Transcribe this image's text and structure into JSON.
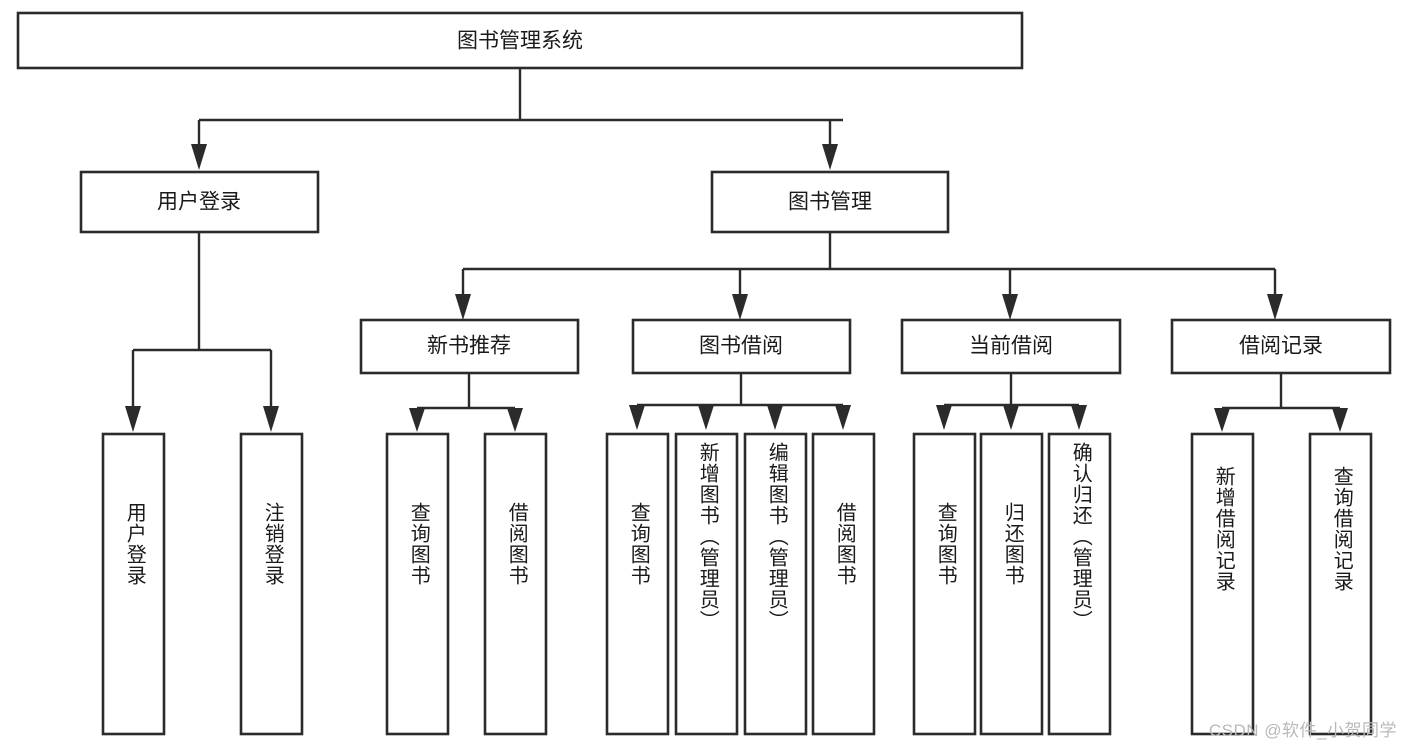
{
  "diagram": {
    "type": "tree-hierarchy",
    "title": "图书管理系统",
    "colors": {
      "box_stroke": "#2b2b2b",
      "box_fill": "#ffffff",
      "line": "#2b2b2b",
      "text": "#1a1a1a",
      "background": "#ffffff",
      "watermark": "#b9b9b9"
    },
    "root": {
      "label": "图书管理系统"
    },
    "level1": [
      {
        "id": "user-login",
        "label": "用户登录"
      },
      {
        "id": "book-manage",
        "label": "图书管理"
      }
    ],
    "level2": [
      {
        "id": "new-book-recommend",
        "label": "新书推荐",
        "parent": "book-manage"
      },
      {
        "id": "book-borrow",
        "label": "图书借阅",
        "parent": "book-manage"
      },
      {
        "id": "current-borrow",
        "label": "当前借阅",
        "parent": "book-manage"
      },
      {
        "id": "borrow-record",
        "label": "借阅记录",
        "parent": "book-manage"
      }
    ],
    "leaves": {
      "user-login": [
        {
          "id": "leaf-user-login",
          "label": "用户登录"
        },
        {
          "id": "leaf-user-logout",
          "label": "注销登录"
        }
      ],
      "new-book-recommend": [
        {
          "id": "leaf-query-book-1",
          "label": "查询图书"
        },
        {
          "id": "leaf-borrow-book-1",
          "label": "借阅图书"
        }
      ],
      "book-borrow": [
        {
          "id": "leaf-query-book-2",
          "label": "查询图书"
        },
        {
          "id": "leaf-add-book",
          "label": "新增图书（管理员）"
        },
        {
          "id": "leaf-edit-book",
          "label": "编辑图书（管理员）"
        },
        {
          "id": "leaf-borrow-book-2",
          "label": "借阅图书"
        }
      ],
      "current-borrow": [
        {
          "id": "leaf-query-book-3",
          "label": "查询图书"
        },
        {
          "id": "leaf-return-book",
          "label": "归还图书"
        },
        {
          "id": "leaf-confirm-return",
          "label": "确认归还（管理员）"
        }
      ],
      "borrow-record": [
        {
          "id": "leaf-add-record",
          "label": "新增借阅记录"
        },
        {
          "id": "leaf-query-record",
          "label": "查询借阅记录"
        }
      ]
    }
  },
  "watermark": {
    "text": "CSDN @软件_小贺同学"
  }
}
